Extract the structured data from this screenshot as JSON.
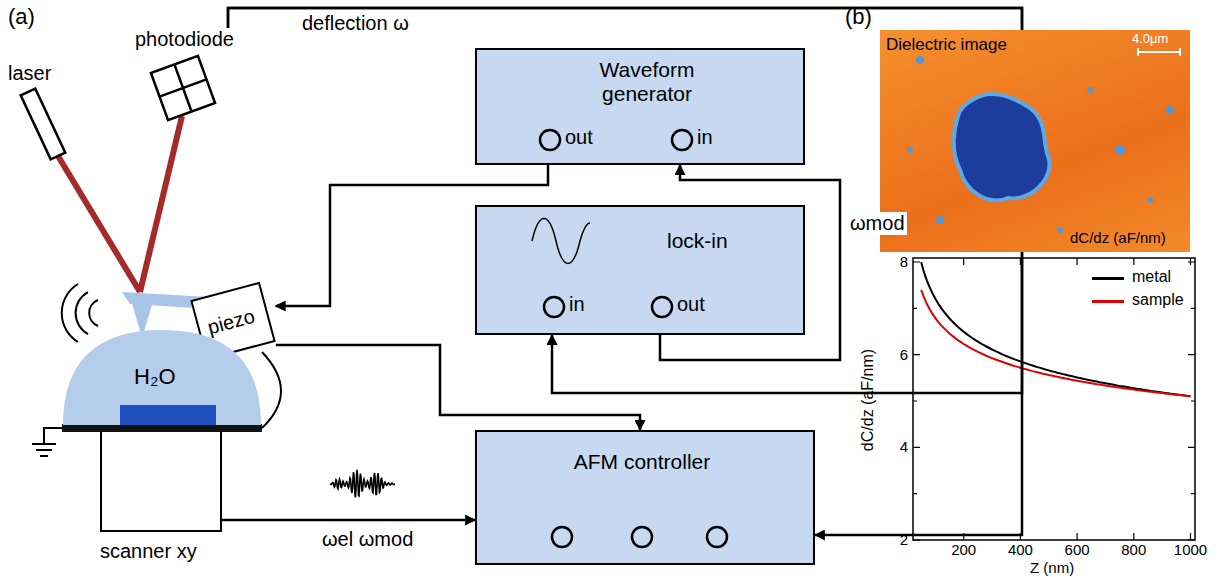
{
  "diagram": {
    "nodes": [
      {
        "text": [
          "laser"
        ]
      },
      {
        "text": [
          "photodiode"
        ]
      },
      {
        "text": [
          "Waveform generator",
          "out",
          "in"
        ]
      },
      {
        "text": [
          "lock-in",
          "in",
          "out"
        ]
      },
      {
        "text": [
          "piezo"
        ]
      },
      {
        "text": [
          "H₂O"
        ]
      },
      {
        "text": [
          "scanner xy"
        ]
      },
      {
        "text": [
          "AFM controller"
        ]
      },
      {
        "text": [
          "Dielectric image",
          "4.0μm",
          "dC/dz (aF/nm)"
        ]
      }
    ],
    "edges": [
      {
        "from": 1,
        "to": 7,
        "label": "deflection ω",
        "arrow": "to"
      },
      {
        "from": 1,
        "to": 3,
        "arrow": "to"
      },
      {
        "from": 3,
        "to": 2,
        "label": "ωmod",
        "arrow": "to"
      },
      {
        "from": 2,
        "to": 4,
        "arrow": "to"
      },
      {
        "from": 4,
        "to": 7,
        "arrow": "to"
      },
      {
        "from": 6,
        "to": 7,
        "arrow": "to"
      }
    ],
    "labels": [
      "(a)",
      "(b)",
      "ωel ωmod",
      "dC/dz (aF/nm)",
      "Z (nm)",
      "2",
      "4",
      "6",
      "8",
      "200",
      "400",
      "600",
      "800",
      "1000"
    ],
    "legend": [
      {
        "text": "metal",
        "color": "#000000"
      },
      {
        "text": "sample",
        "color": "#e00000"
      }
    ]
  }
}
